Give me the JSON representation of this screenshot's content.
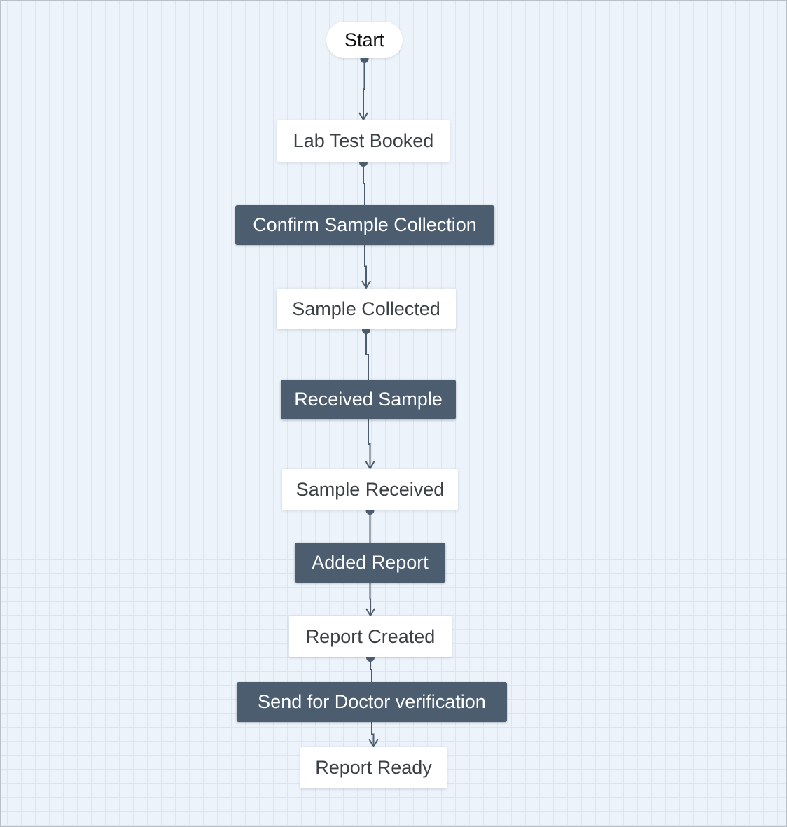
{
  "diagram": {
    "colors": {
      "edge": "#4b5d6f",
      "action_fill": "#4b5d6f",
      "state_fill": "#ffffff",
      "background": "#edf3fa"
    },
    "nodes": [
      {
        "id": "start",
        "kind": "start",
        "label": "Start"
      },
      {
        "id": "lab-test-booked",
        "kind": "state",
        "label": "Lab Test Booked"
      },
      {
        "id": "confirm-sample-collection",
        "kind": "action",
        "label": "Confirm Sample Collection"
      },
      {
        "id": "sample-collected",
        "kind": "state",
        "label": "Sample Collected"
      },
      {
        "id": "received-sample",
        "kind": "action",
        "label": "Received Sample"
      },
      {
        "id": "sample-received",
        "kind": "state",
        "label": "Sample Received"
      },
      {
        "id": "added-report",
        "kind": "action",
        "label": "Added Report"
      },
      {
        "id": "report-created",
        "kind": "state",
        "label": "Report Created"
      },
      {
        "id": "send-for-doctor-verification",
        "kind": "action",
        "label": "Send for Doctor verification"
      },
      {
        "id": "report-ready",
        "kind": "state",
        "label": "Report Ready"
      }
    ],
    "edges": [
      {
        "from": "start",
        "to": "lab-test-booked"
      },
      {
        "from": "lab-test-booked",
        "to": "confirm-sample-collection"
      },
      {
        "from": "confirm-sample-collection",
        "to": "sample-collected"
      },
      {
        "from": "sample-collected",
        "to": "received-sample"
      },
      {
        "from": "received-sample",
        "to": "sample-received"
      },
      {
        "from": "sample-received",
        "to": "added-report"
      },
      {
        "from": "added-report",
        "to": "report-created"
      },
      {
        "from": "report-created",
        "to": "send-for-doctor-verification"
      },
      {
        "from": "send-for-doctor-verification",
        "to": "report-ready"
      }
    ]
  }
}
